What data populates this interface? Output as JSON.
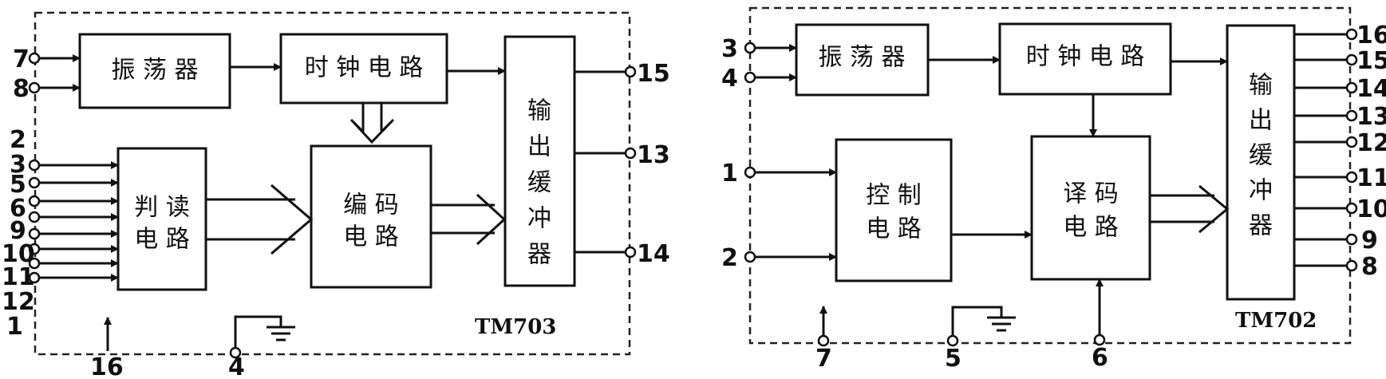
{
  "diagrams": [
    {
      "model": "TM703",
      "blocks": {
        "oscillator": "振 荡 器",
        "clock": "时 钟 电 路",
        "reader_l1": "判  读",
        "reader_l2": "电  路",
        "encoder_l1": "编  码",
        "encoder_l2": "电  路",
        "buffer": [
          "输",
          "出",
          "缓",
          "冲",
          "器"
        ]
      },
      "pins": {
        "osc_in": [
          "7",
          "8"
        ],
        "reader_in": [
          "2",
          "3",
          "5",
          "6",
          "9",
          "10",
          "11",
          "12",
          "1"
        ],
        "outputs": [
          "15",
          "13",
          "14"
        ],
        "bottom_vcc": "16",
        "bottom_gnd": "4"
      }
    },
    {
      "model": "TM702",
      "blocks": {
        "oscillator": "振 荡 器",
        "clock": "时 钟 电 路",
        "control_l1": "控  制",
        "control_l2": "电  路",
        "decoder_l1": "译  码",
        "decoder_l2": "电  路",
        "buffer": [
          "输",
          "出",
          "缓",
          "冲",
          "器"
        ]
      },
      "pins": {
        "osc_in": [
          "3",
          "4"
        ],
        "control_in": [
          "1",
          "2"
        ],
        "outputs": [
          "16",
          "15",
          "14",
          "13",
          "12",
          "11",
          "10",
          "9",
          "8"
        ],
        "bottom_vcc": "7",
        "bottom_gnd": "5",
        "bottom_dec": "6"
      }
    }
  ]
}
